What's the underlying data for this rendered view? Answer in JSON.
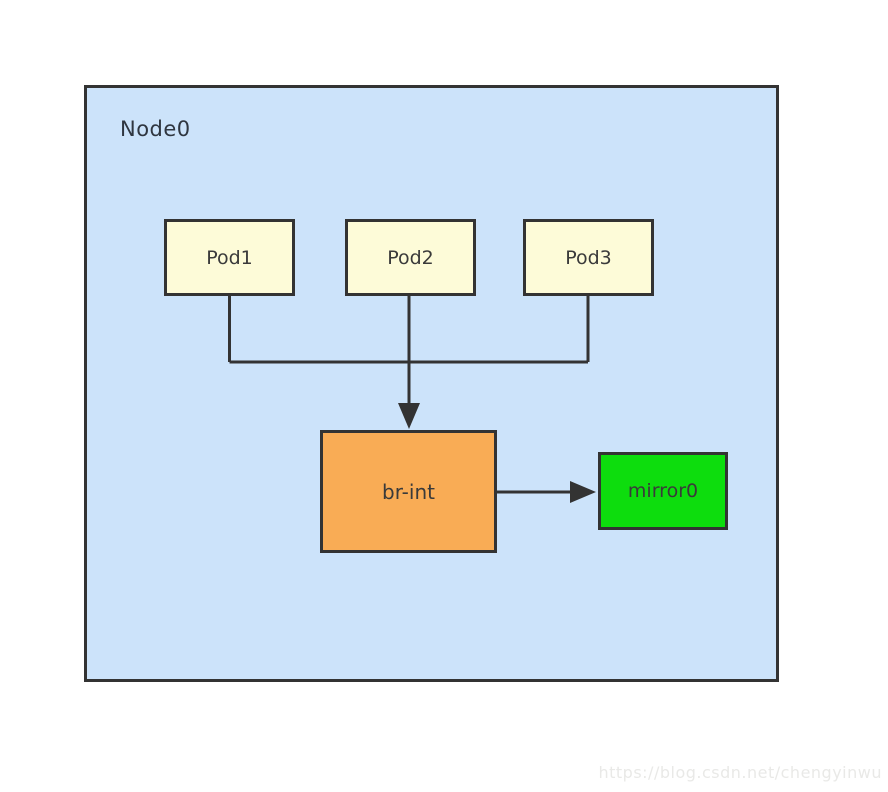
{
  "diagram": {
    "node": {
      "label": "Node0"
    },
    "pods": [
      {
        "label": "Pod1"
      },
      {
        "label": "Pod2"
      },
      {
        "label": "Pod3"
      }
    ],
    "bridge": {
      "label": "br-int"
    },
    "mirror": {
      "label": "mirror0"
    },
    "watermark": "https://blog.csdn.net/chengyinwu",
    "colors": {
      "node_fill": "#cce3fa",
      "pod_fill": "#fdfbd8",
      "bridge_fill": "#f9ac55",
      "mirror_fill": "#0ddd0d",
      "border": "#333333",
      "line": "#333333",
      "watermark_text": "#e9e9e7"
    }
  }
}
